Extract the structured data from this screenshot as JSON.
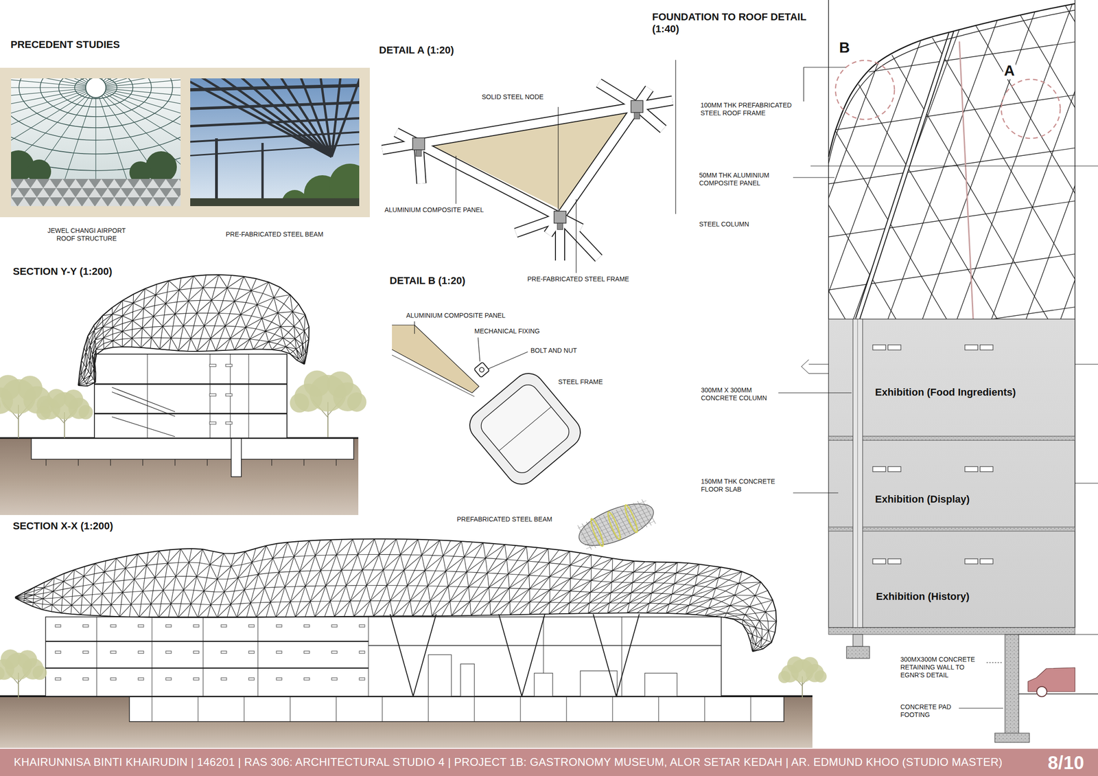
{
  "diagram": {
    "nodes": [
      {
        "text": [
          "Exhibition (Food Ingredients)"
        ]
      },
      {
        "text": [
          "Exhibition (Display)"
        ]
      },
      {
        "text": [
          "Exhibition (History)"
        ]
      },
      {
        "text": [
          "KHAIRUNNISA BINTI KHAIRUDIN | 146201 | RAS 306: ARCHITECTURAL STUDIO 4 | PROJECT 1B: GASTRONOMY MUSEUM, ALOR SETAR KEDAH | AR. EDMUND KHOO (STUDIO MASTER)",
          "8/10"
        ]
      }
    ],
    "labels": [
      "PRECEDENT STUDIES",
      "DETAIL A (1:20)",
      "FOUNDATION TO ROOF DETAIL (1:40)",
      "B",
      "A",
      "100MM THK PREFABRICATED STEEL ROOF FRAME",
      "SOLID STEEL NODE",
      "JEWEL CHANGI AIRPORT ROOF STRUCTURE",
      "PRE-FABRICATED STEEL BEAM",
      "ALUMINIUM COMPOSITE PANEL",
      "50MM THK ALUMINIUM COMPOSITE PANEL",
      "STEEL COLUMN",
      "SECTION Y-Y (1:200)",
      "PRE-FABRICATED STEEL FRAME",
      "DETAIL B (1:20)",
      "ALUMINIUM COMPOSITE PANEL",
      "MECHANICAL FIXING",
      "BOLT AND NUT",
      "STEEL FRAME",
      "300MM X 300MM CONCRETE COLUMN",
      "150MM THK CONCRETE FLOOR SLAB",
      "SECTION X-X (1:200)",
      "PREFABRICATED STEEL BEAM",
      "300MX300M CONCRETE RETAINING WALL TO EGNR'S DETAIL",
      "CONCRETE PAD FOOTING"
    ]
  }
}
